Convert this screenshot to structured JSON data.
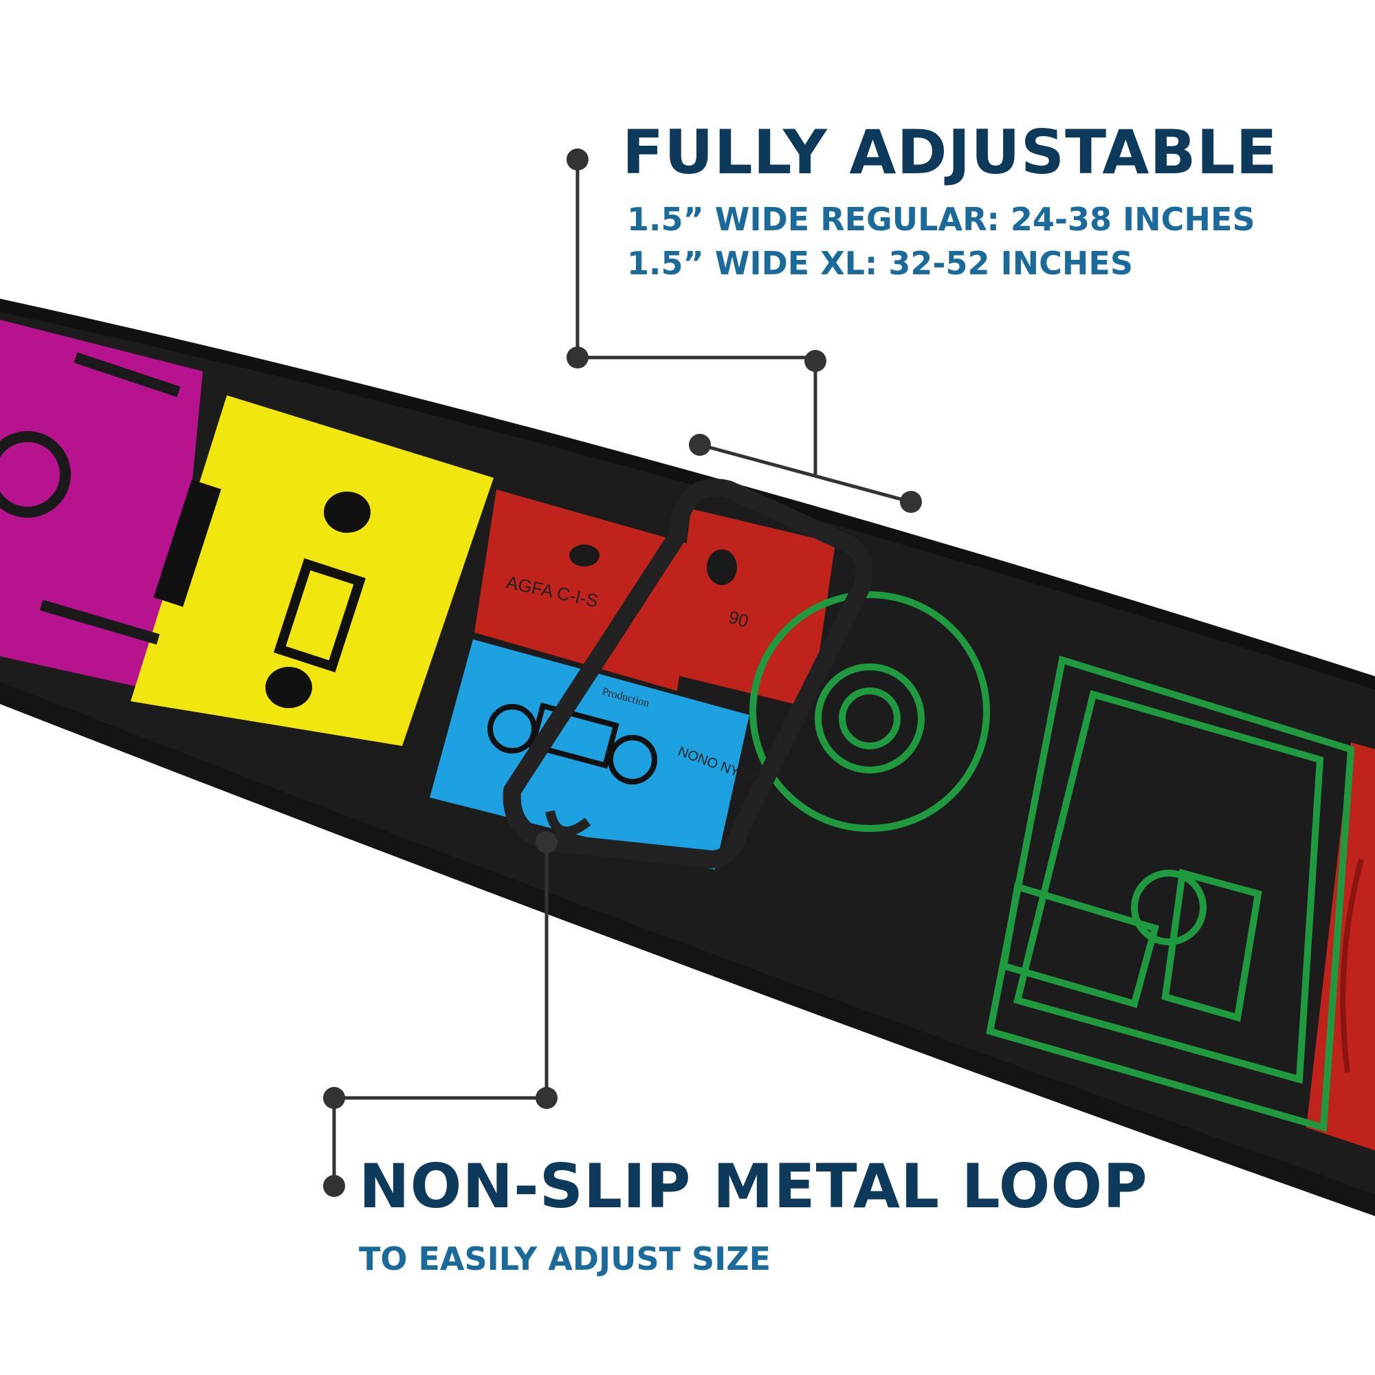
{
  "callouts": {
    "adjustable": {
      "heading": "FULLY ADJUSTABLE",
      "spec_regular": "1.5”  WIDE REGULAR: 24-38 INCHES",
      "spec_xl": "1.5” WIDE XL: 32-52 INCHES"
    },
    "loop": {
      "heading": "NON-SLIP METAL LOOP",
      "subtitle": "TO EASILY ADJUST SIZE"
    }
  },
  "product": {
    "cassette_label_brand": "AGFA C-I-S",
    "cassette_label_length": "90",
    "cassette_label_blue": "NONO NYSZ",
    "cassette_label_blue_production": "Production"
  },
  "colors": {
    "heading": "#0d3a5b",
    "subheading": "#1a6a9c",
    "strap_edge": "#1c1c1c",
    "loop_metal": "#222222",
    "magenta": "#b8138f",
    "yellow": "#f2e60f",
    "red": "#c0231b",
    "blue": "#1ea1e0",
    "green": "#1f9a3e",
    "leader_line": "#333333"
  },
  "icons": [
    "callout-dot-icon",
    "metal-loop-icon",
    "cassette-icon"
  ]
}
